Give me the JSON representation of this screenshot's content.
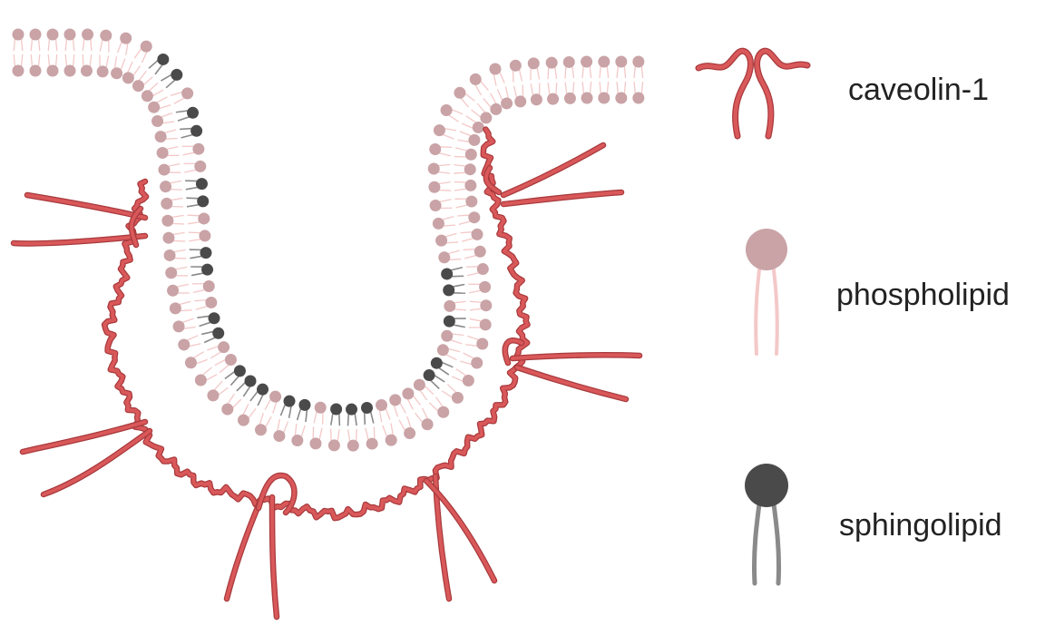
{
  "legend": {
    "caveolin": {
      "label": "caveolin-1",
      "icon": "caveolin-protein-icon"
    },
    "phospholipid": {
      "label": "phospholipid",
      "icon": "phospholipid-icon"
    },
    "sphingolipid": {
      "label": "sphingolipid",
      "icon": "sphingolipid-icon"
    }
  },
  "colors": {
    "caveolin": "#d9585a",
    "caveolin_outline": "#a83a3c",
    "phospholipid_head": "#c9a3a6",
    "phospholipid_tail": "#f4c8c8",
    "sphingolipid_head": "#4a4a4a",
    "sphingolipid_tail": "#8a8a8a"
  }
}
